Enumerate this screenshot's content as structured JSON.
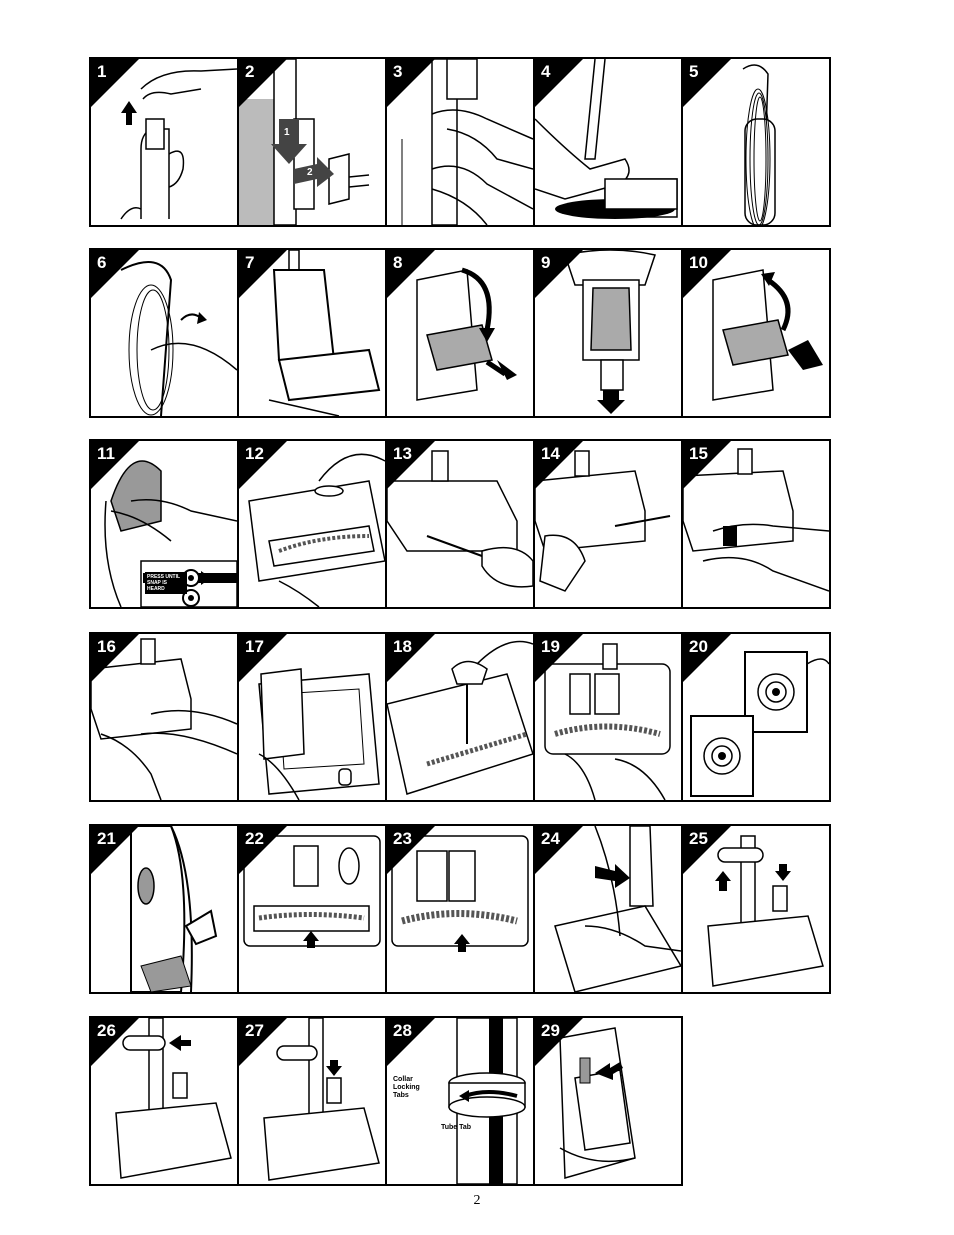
{
  "steps": [
    {
      "num": "1"
    },
    {
      "num": "2"
    },
    {
      "num": "3"
    },
    {
      "num": "4"
    },
    {
      "num": "5"
    },
    {
      "num": "6"
    },
    {
      "num": "7"
    },
    {
      "num": "8"
    },
    {
      "num": "9"
    },
    {
      "num": "10"
    },
    {
      "num": "11"
    },
    {
      "num": "12"
    },
    {
      "num": "13"
    },
    {
      "num": "14"
    },
    {
      "num": "15"
    },
    {
      "num": "16"
    },
    {
      "num": "17"
    },
    {
      "num": "18"
    },
    {
      "num": "19"
    },
    {
      "num": "20"
    },
    {
      "num": "21"
    },
    {
      "num": "22"
    },
    {
      "num": "23"
    },
    {
      "num": "24"
    },
    {
      "num": "25"
    },
    {
      "num": "26"
    },
    {
      "num": "27"
    },
    {
      "num": "28"
    },
    {
      "num": "29"
    }
  ],
  "labels": {
    "step2_arrow1": "1",
    "step2_arrow2": "2",
    "step11_press": "PRESS UNTIL SNAP IS HEARD",
    "step28_collar": "Collar Locking Tabs",
    "step28_tube": "Tube Tab"
  },
  "page_number": "2"
}
